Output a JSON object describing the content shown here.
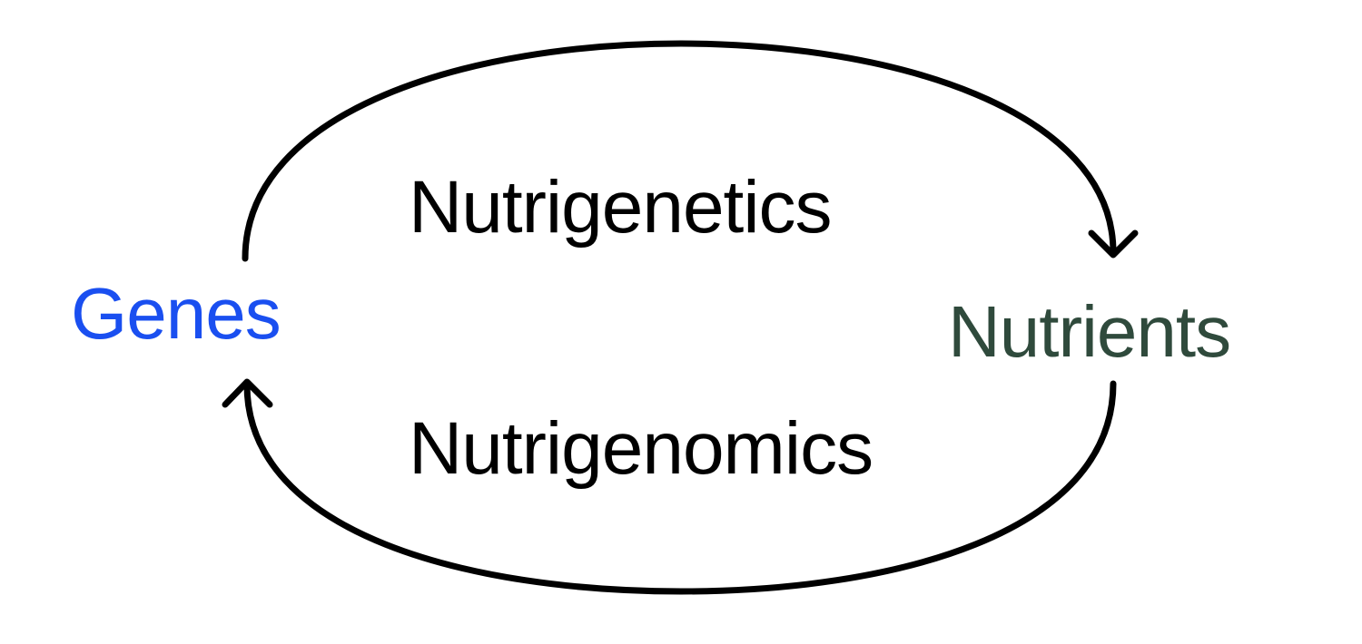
{
  "diagram": {
    "type": "cycle",
    "nodes": [
      {
        "id": "genes",
        "label": "Genes",
        "color": "#1a4ff0",
        "position": "left"
      },
      {
        "id": "nutrients",
        "label": "Nutrients",
        "color": "#2f4a3c",
        "position": "right"
      }
    ],
    "edges": [
      {
        "from": "genes",
        "to": "nutrients",
        "label": "Nutrigenetics",
        "path": "top-arc",
        "arrow": "arrow-down-icon"
      },
      {
        "from": "nutrients",
        "to": "genes",
        "label": "Nutrigenomics",
        "path": "bottom-arc",
        "arrow": "arrow-up-icon"
      }
    ],
    "stroke_color": "#000000"
  }
}
